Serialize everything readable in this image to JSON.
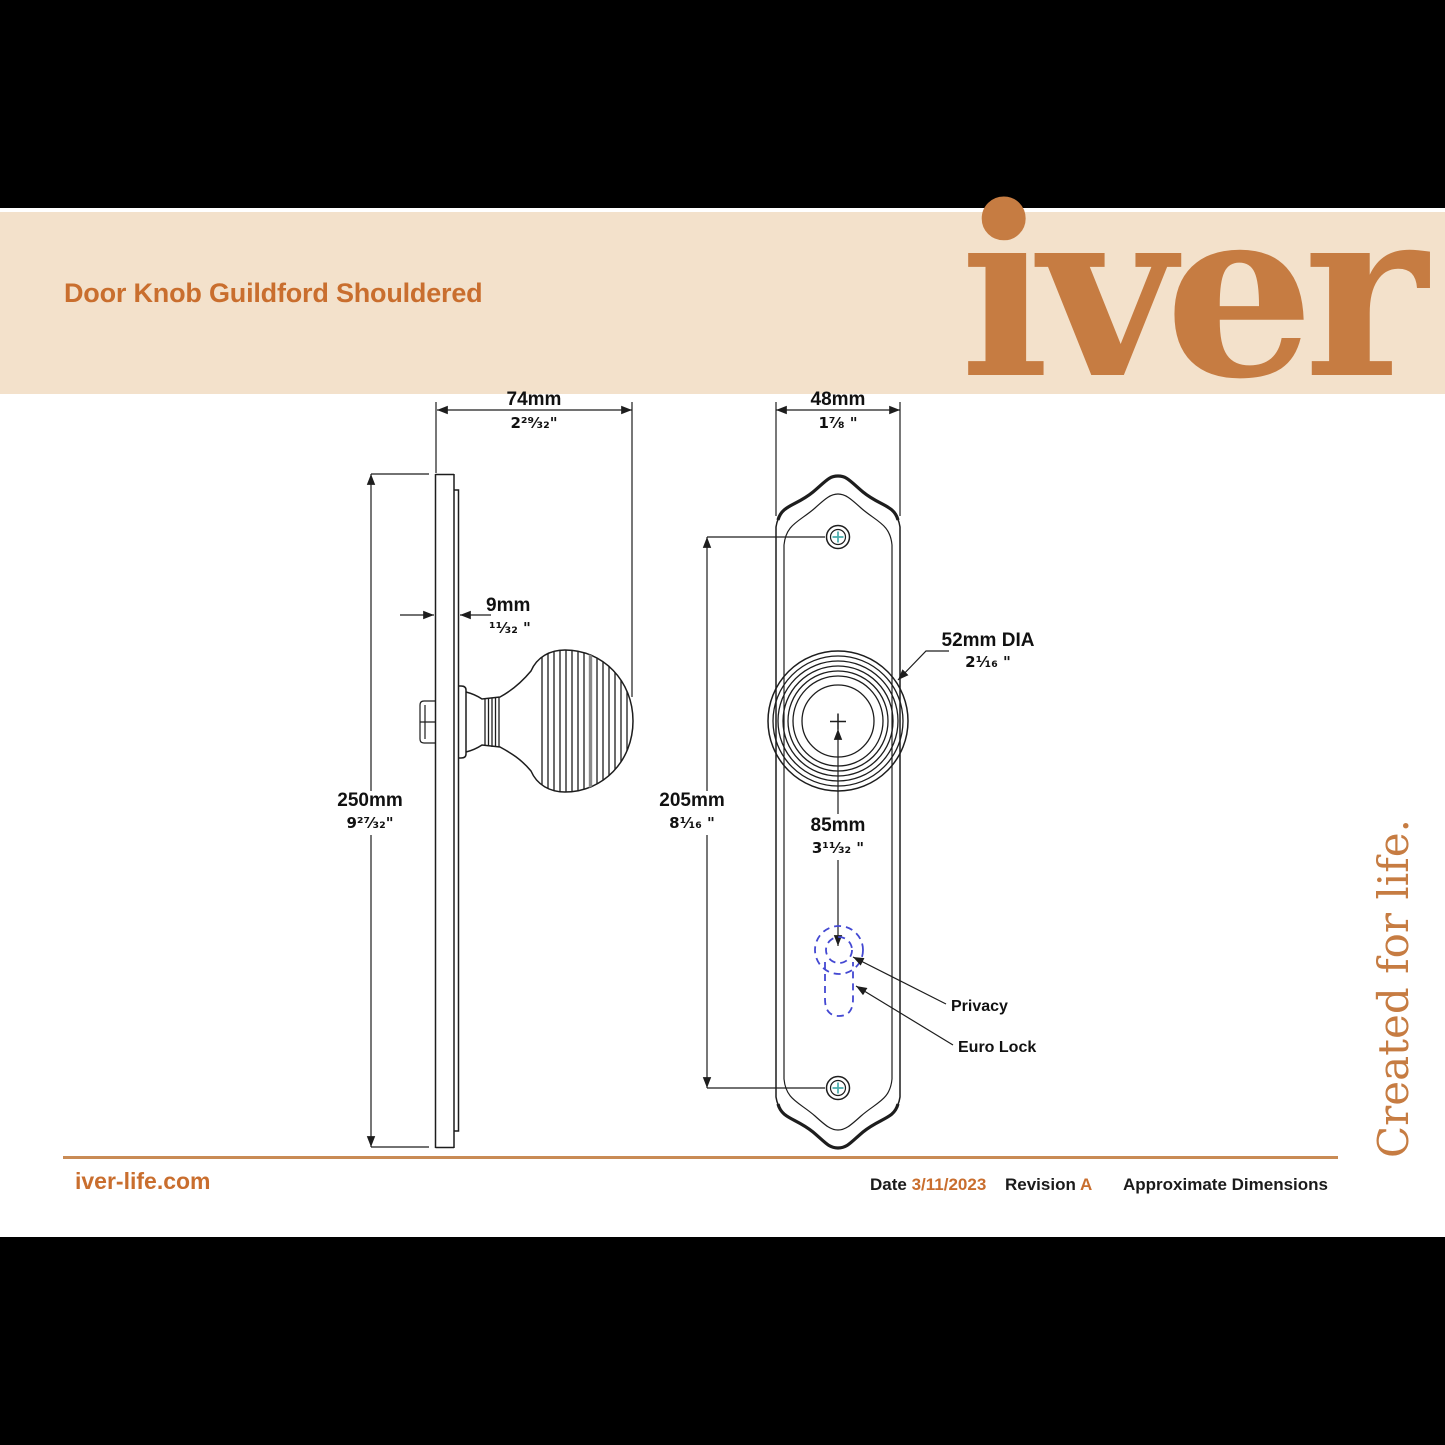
{
  "header": {
    "title": "Door Knob Guildford Shouldered",
    "logo": "iver"
  },
  "tagline": "Created for life.",
  "dimensions": {
    "side_width": {
      "mm": "74mm",
      "in": "2²⁹⁄₃₂\""
    },
    "plate_thickness": {
      "mm": "9mm",
      "in": "¹¹⁄₃₂ \""
    },
    "side_height": {
      "mm": "250mm",
      "in": "9²⁷⁄₃₂\""
    },
    "plate_width": {
      "mm": "48mm",
      "in": "1⁷⁄₈ \""
    },
    "hole_centres": {
      "mm": "205mm",
      "in": "8¹⁄₁₆ \""
    },
    "knob_diameter": {
      "mm": "52mm DIA",
      "in": "2¹⁄₁₆ \""
    },
    "keyhole_centre": {
      "mm": "85mm",
      "in": "3¹¹⁄₃₂ \""
    }
  },
  "callouts": {
    "privacy": "Privacy",
    "euro_lock": "Euro Lock"
  },
  "footer": {
    "website": "iver-life.com",
    "date_label": "Date",
    "date_value": "3/11/2023",
    "revision_label": "Revision",
    "revision_value": "A",
    "note": "Approximate Dimensions"
  },
  "colors": {
    "accent_orange": "#c96e2e",
    "logo_orange": "#c67c42",
    "banner_cream": "#f3e1cb",
    "rule_orange": "#c98b55",
    "keyhole_blue": "#4348d2",
    "screw_teal": "#4aacac"
  }
}
